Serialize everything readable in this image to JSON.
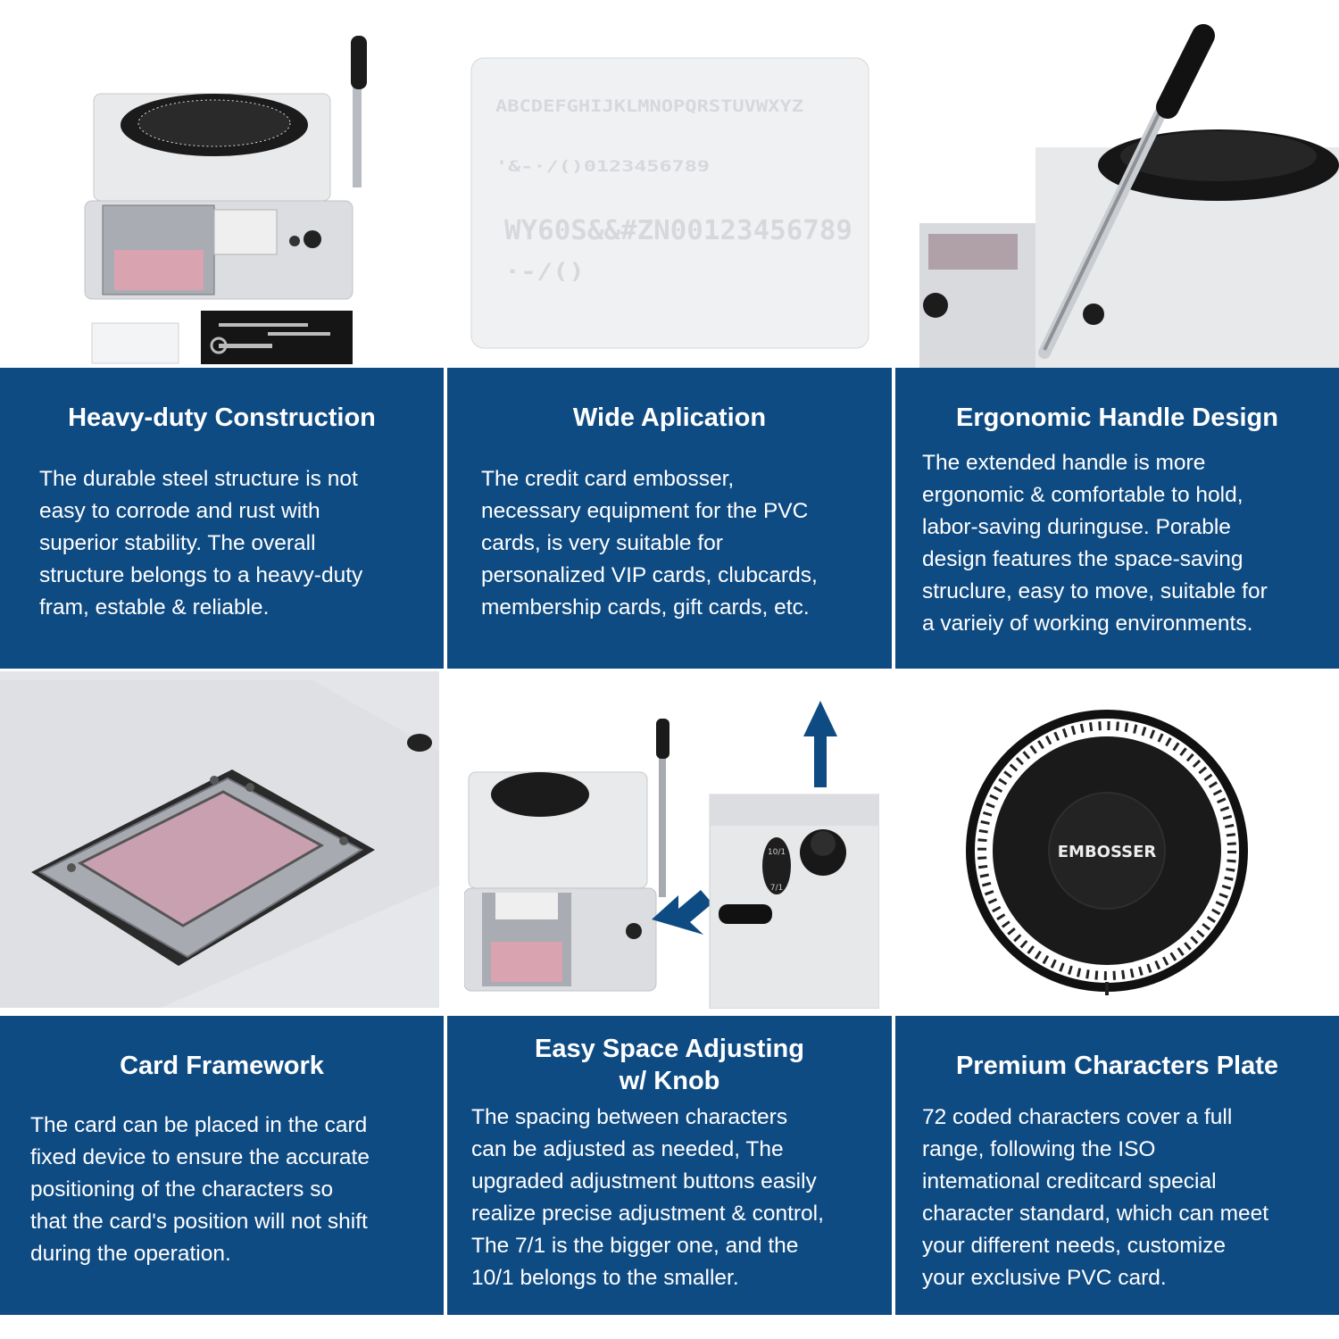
{
  "colors": {
    "panel_bg": "#0f4b83",
    "text": "#ffffff",
    "accent_arrow": "#0f4b83"
  },
  "sample_card": {
    "line1": "ABCDEFGHIJKLMNOPQRSTUVWXYZ",
    "line2": "'&-·/()0123456789",
    "line3": "WY60S&&#ZN00123456789",
    "line4": "·-/()"
  },
  "dial": {
    "label": "EMBOSSER"
  },
  "knob": {
    "label_top": "10/1",
    "label_bottom": "7/1"
  },
  "features": [
    {
      "title": "Heavy-duty Construction",
      "lines": [
        "The durable steel structure is not",
        "easy to corrode and rust with",
        "superior stability. The overall",
        "structure belongs to a heavy-duty",
        "fram, estable & reliable."
      ]
    },
    {
      "title": "Wide Aplication",
      "lines": [
        "The credit card embosser,",
        "necessary equipment for the PVC",
        "cards, is very suitable for",
        "personalized VIP cards, clubcards,",
        "membership cards, gift cards, etc."
      ]
    },
    {
      "title": "Ergonomic Handle Design",
      "lines": [
        "The extended handle is more",
        "ergonomic & comfortable to hold,",
        "labor-saving duringuse. Porable",
        "design features the space-saving",
        "struclure, easy to move, suitable for",
        "a varieiy of working environments."
      ]
    },
    {
      "title": "Card Framework",
      "lines": [
        "The card can be placed in the card",
        "fixed device to ensure the accurate",
        "positioning of the characters so",
        "that the card's position will not shift",
        "during the operation."
      ]
    },
    {
      "title": "Easy Space Adjusting",
      "title2": "w/ Knob",
      "lines": [
        "The spacing between characters",
        "can be adjusted as needed, The",
        "upgraded adjustment buttons easily",
        "realize precise adjustment & control,",
        "The 7/1 is the bigger one, and the",
        "10/1 belongs to the smaller."
      ]
    },
    {
      "title": "Premium Characters Plate",
      "lines": [
        "72 coded characters cover a full",
        "range, following the ISO",
        "intemational creditcard special",
        "character standard, which can meet",
        "your different needs, customize",
        "your exclusive PVC card."
      ]
    }
  ]
}
